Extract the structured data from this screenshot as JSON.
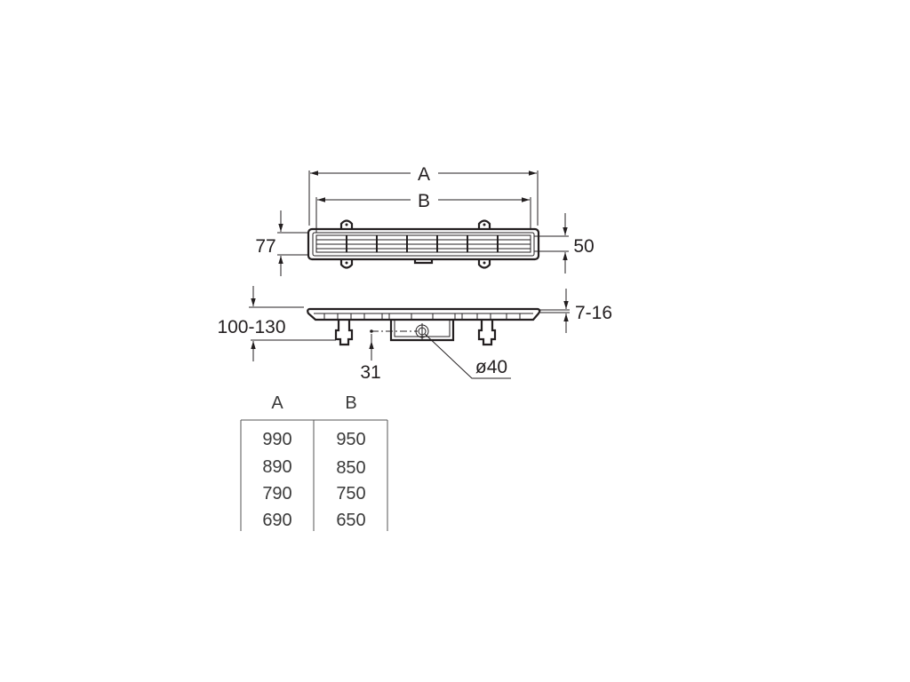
{
  "drawing": {
    "dimensions": {
      "overall_length": "A",
      "grate_length": "B",
      "total_width": "77",
      "grate_width": "50",
      "height_range": "100-130",
      "grate_height_range": "7-16",
      "outlet_offset": "31",
      "outlet_diameter": "ø40"
    }
  },
  "table": {
    "headers": [
      "A",
      "B"
    ],
    "rows": [
      [
        "990",
        "950"
      ],
      [
        "890",
        "850"
      ],
      [
        "790",
        "750"
      ],
      [
        "690",
        "650"
      ]
    ]
  }
}
